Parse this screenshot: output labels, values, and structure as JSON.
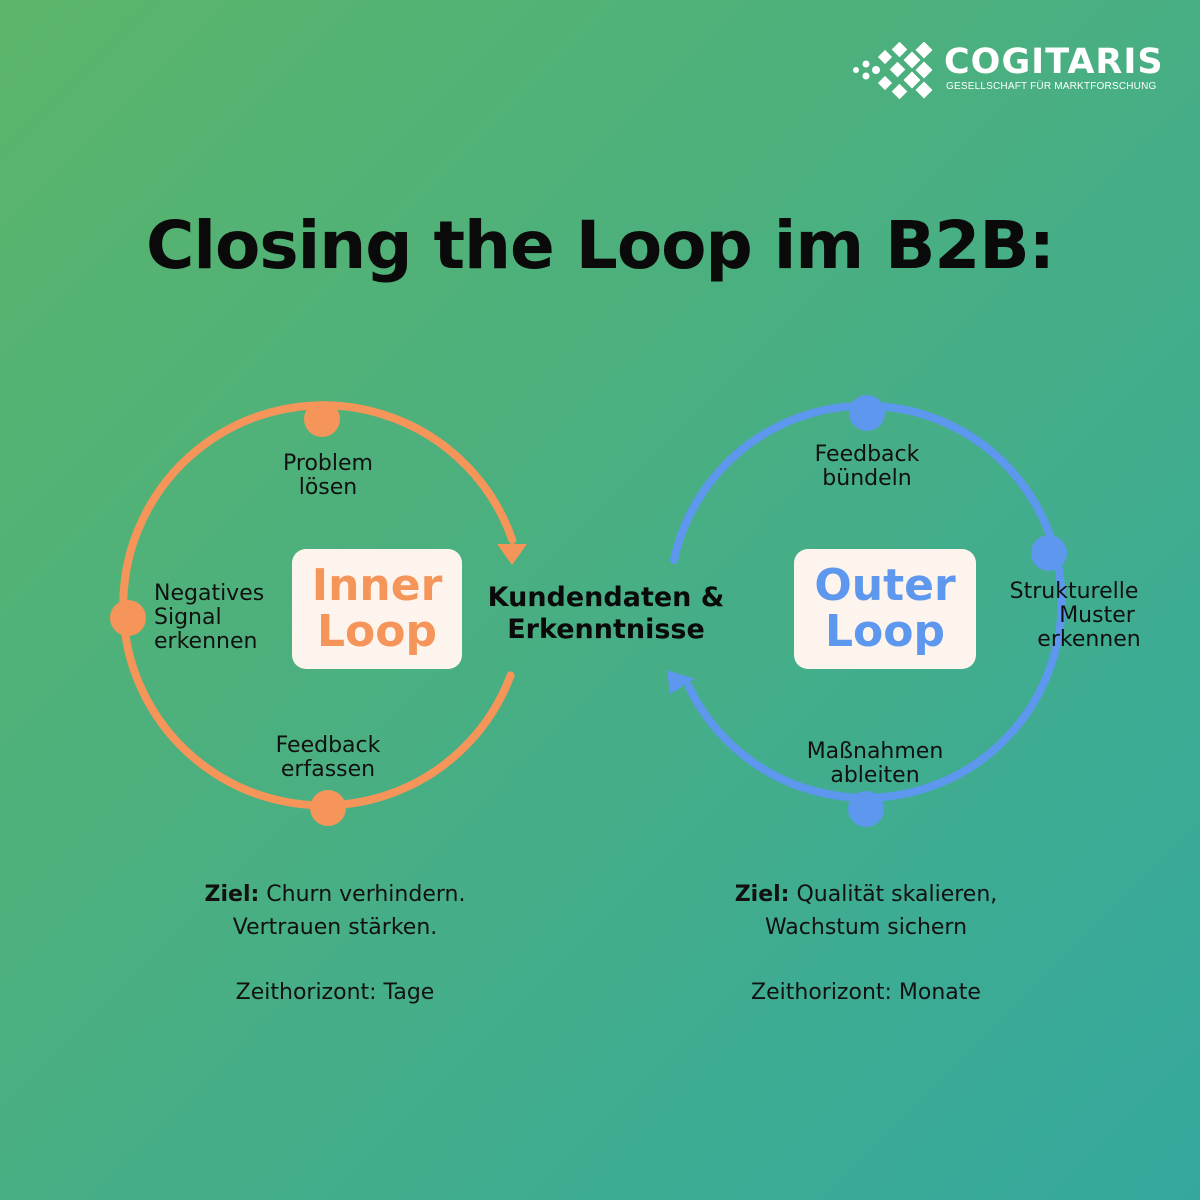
{
  "logo": {
    "name": "COGITARIS",
    "subtitle": "GESELLSCHAFT FÜR MARKTFORSCHUNG"
  },
  "title": "Closing the Loop im B2B:",
  "colors": {
    "inner_loop": "#f5955a",
    "outer_loop": "#5d97ee",
    "card_background": "#fdf4ee",
    "background_start": "#5bb56a",
    "background_end": "#35a89e"
  },
  "inner_loop": {
    "title_line1": "Inner",
    "title_line2": "Loop",
    "steps": [
      {
        "line1": "Problem",
        "line2": "lösen"
      },
      {
        "line1": "Negatives",
        "line2": "Signal",
        "line3": "erkennen"
      },
      {
        "line1": "Feedback",
        "line2": "erfassen"
      }
    ],
    "goal_label": "Ziel:",
    "goal_text_line1": "Churn verhindern.",
    "goal_text_line2": "Vertrauen stärken.",
    "horizon": "Zeithorizont: Tage"
  },
  "center": {
    "line1": "Kundendaten &",
    "line2": "Erkenntnisse"
  },
  "outer_loop": {
    "title_line1": "Outer",
    "title_line2": "Loop",
    "steps": [
      {
        "line1": "Feedback",
        "line2": "bündeln"
      },
      {
        "line1": "Strukturelle",
        "line2": "Muster",
        "line3": "erkennen"
      },
      {
        "line1": "Maßnahmen",
        "line2": "ableiten"
      }
    ],
    "goal_label": "Ziel:",
    "goal_text_line1": "Qualität skalieren,",
    "goal_text_line2": "Wachstum sichern",
    "horizon": "Zeithorizont: Monate"
  }
}
